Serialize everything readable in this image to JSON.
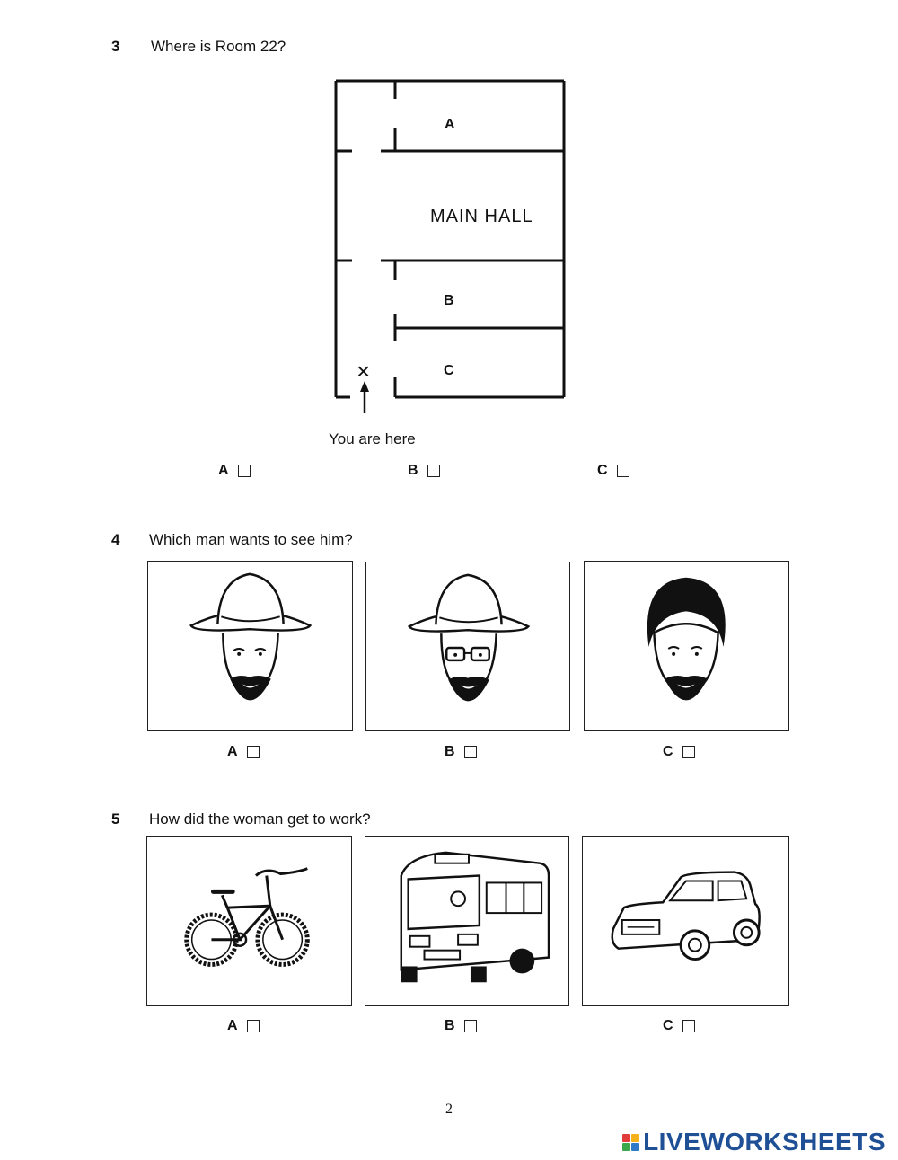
{
  "q3": {
    "number": "3",
    "question": "Where is Room 22?",
    "map": {
      "room_a": "A",
      "main_hall": "MAIN HALL",
      "room_b": "B",
      "room_c": "C",
      "marker": "×",
      "you_are_here": "You are here"
    },
    "options": [
      "A",
      "B",
      "C"
    ]
  },
  "q4": {
    "number": "4",
    "question": "Which man wants to see him?",
    "options": [
      "A",
      "B",
      "C"
    ]
  },
  "q5": {
    "number": "5",
    "question": "How did the woman get to work?",
    "options": [
      "A",
      "B",
      "C"
    ]
  },
  "footer": {
    "page_number": "2",
    "brand": "LIVEWORKSHEETS"
  },
  "colors": {
    "brand": "#1f4f95",
    "logo": [
      "#e23b3b",
      "#f6b21b",
      "#3aa84b",
      "#2f79c9"
    ]
  }
}
